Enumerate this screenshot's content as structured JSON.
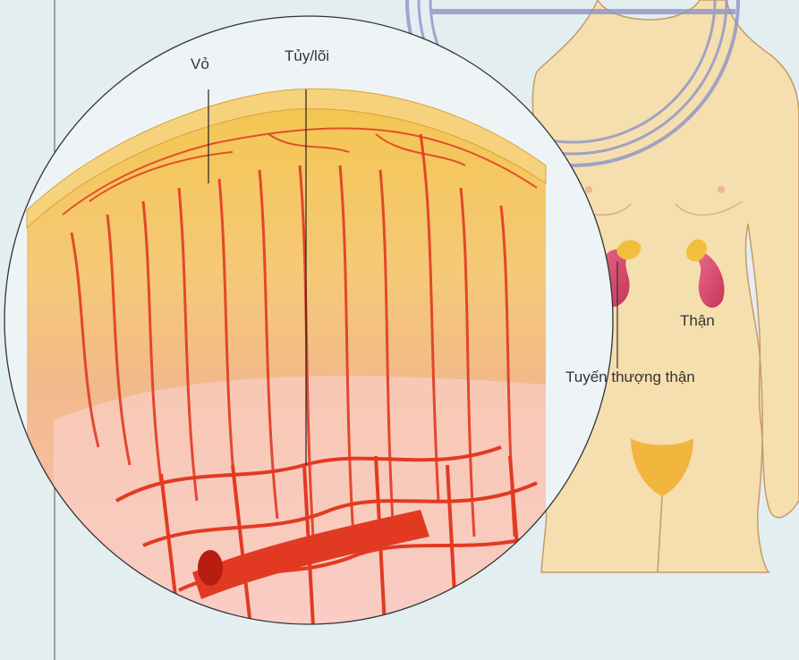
{
  "labels": {
    "cortex": "Vỏ",
    "medulla": "Tủy/lõi",
    "kidney": "Thận",
    "adrenal_gland": "Tuyến thượng thận"
  },
  "colors": {
    "background": "#e3eef1",
    "skin": "#f6dfae",
    "capillaries": "#e23a22",
    "cortex_tissue": "#f4c74f",
    "medulla_tissue": "#f7c1b6",
    "kidney": "#d8466a",
    "adrenal": "#f2bf3c",
    "watermark": "#8d93c9"
  }
}
